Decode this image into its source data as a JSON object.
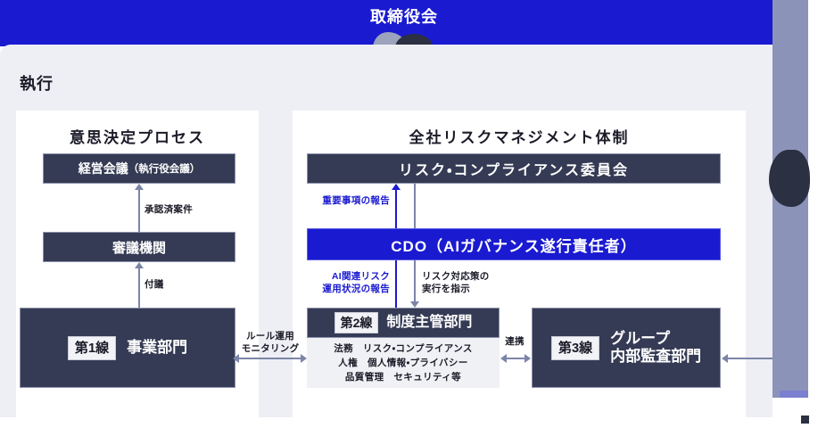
{
  "board": {
    "title": "取締役会"
  },
  "exec": {
    "label": "執行"
  },
  "left_panel": {
    "heading": "意思決定プロセス",
    "boxes": {
      "management_meeting": {
        "main": "経営会議",
        "paren": "（執行役会議）"
      },
      "deliberative_body": "審議機関",
      "line1": {
        "tag": "第1線",
        "name": "事業部門"
      }
    },
    "connectors": {
      "approved_matters": "承認済案件",
      "submission": "付議"
    }
  },
  "right_panel": {
    "heading": "全社リスクマネジメント体制",
    "boxes": {
      "risk_compliance_committee": "リスク・コンプライアンス委員会",
      "cdo": "CDO（AIガバナンス遂行責任者）",
      "line2": {
        "tag": "第2線",
        "name": "制度主管部門",
        "items": [
          "法務　リスク・コンプライアンス",
          "人権　個人情報・プライバシー",
          "品質管理　セキュリティ等"
        ]
      },
      "line3": {
        "tag": "第3線",
        "name_line1": "グループ",
        "name_line2": "内部監査部門"
      }
    },
    "connectors": {
      "important_matters_report": "重要事項の報告",
      "ai_risk_report": "AI関連リスク\n運用状況の報告",
      "risk_countermeasure_instruction": "リスク対応策の\n実行を指示"
    }
  },
  "cross_connectors": {
    "rule_monitoring": "ルール運用\nモニタリング",
    "coordination": "連携"
  },
  "colors": {
    "brand_blue": "#1a1ad1",
    "dark_navy": "#353b54",
    "panel_gray": "#edeff4",
    "connector_gray": "#7c85a8",
    "band_gray": "#8b93b8"
  }
}
